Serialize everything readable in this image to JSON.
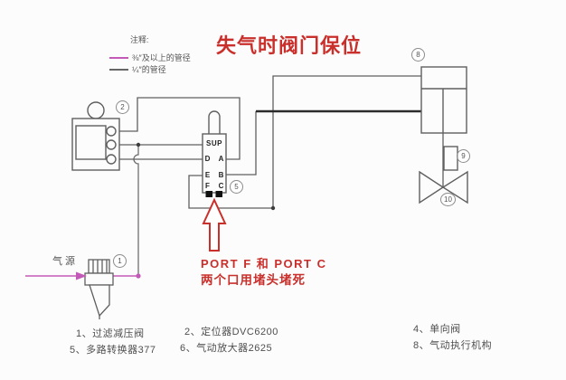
{
  "title": "失气时阀门保位",
  "legend": {
    "heading": "注释:",
    "items": [
      {
        "label": "⅜″及以上的管径",
        "color": "#c45ab8"
      },
      {
        "label": "¼″的管径",
        "color": "#666666"
      }
    ]
  },
  "air_source_label": "气源",
  "valve377": {
    "ports": {
      "sup": "SUP",
      "d": "D",
      "a": "A",
      "e": "E",
      "b": "B",
      "f": "F",
      "c": "C"
    }
  },
  "markers": {
    "filter": "1",
    "positioner": "2",
    "switch377": "5",
    "actuator": "8",
    "stem": "9",
    "valve": "10"
  },
  "callout": {
    "line1": "PORT F 和 PORT C",
    "line2": "两个口用堵头堵死"
  },
  "captions": [
    "1、过滤减压阀",
    "2、定位器DVC6200",
    "4、单向阀",
    "5、多路转换器377",
    "6、气动放大器2625",
    "8、气动执行机构"
  ],
  "colors": {
    "title_red": "#c9302c",
    "annotation_red": "#c9302c",
    "pipe_large_pink": "#c45ab8",
    "pipe_small_gray": "#666666",
    "diagram_line": "#5f5f5f"
  }
}
